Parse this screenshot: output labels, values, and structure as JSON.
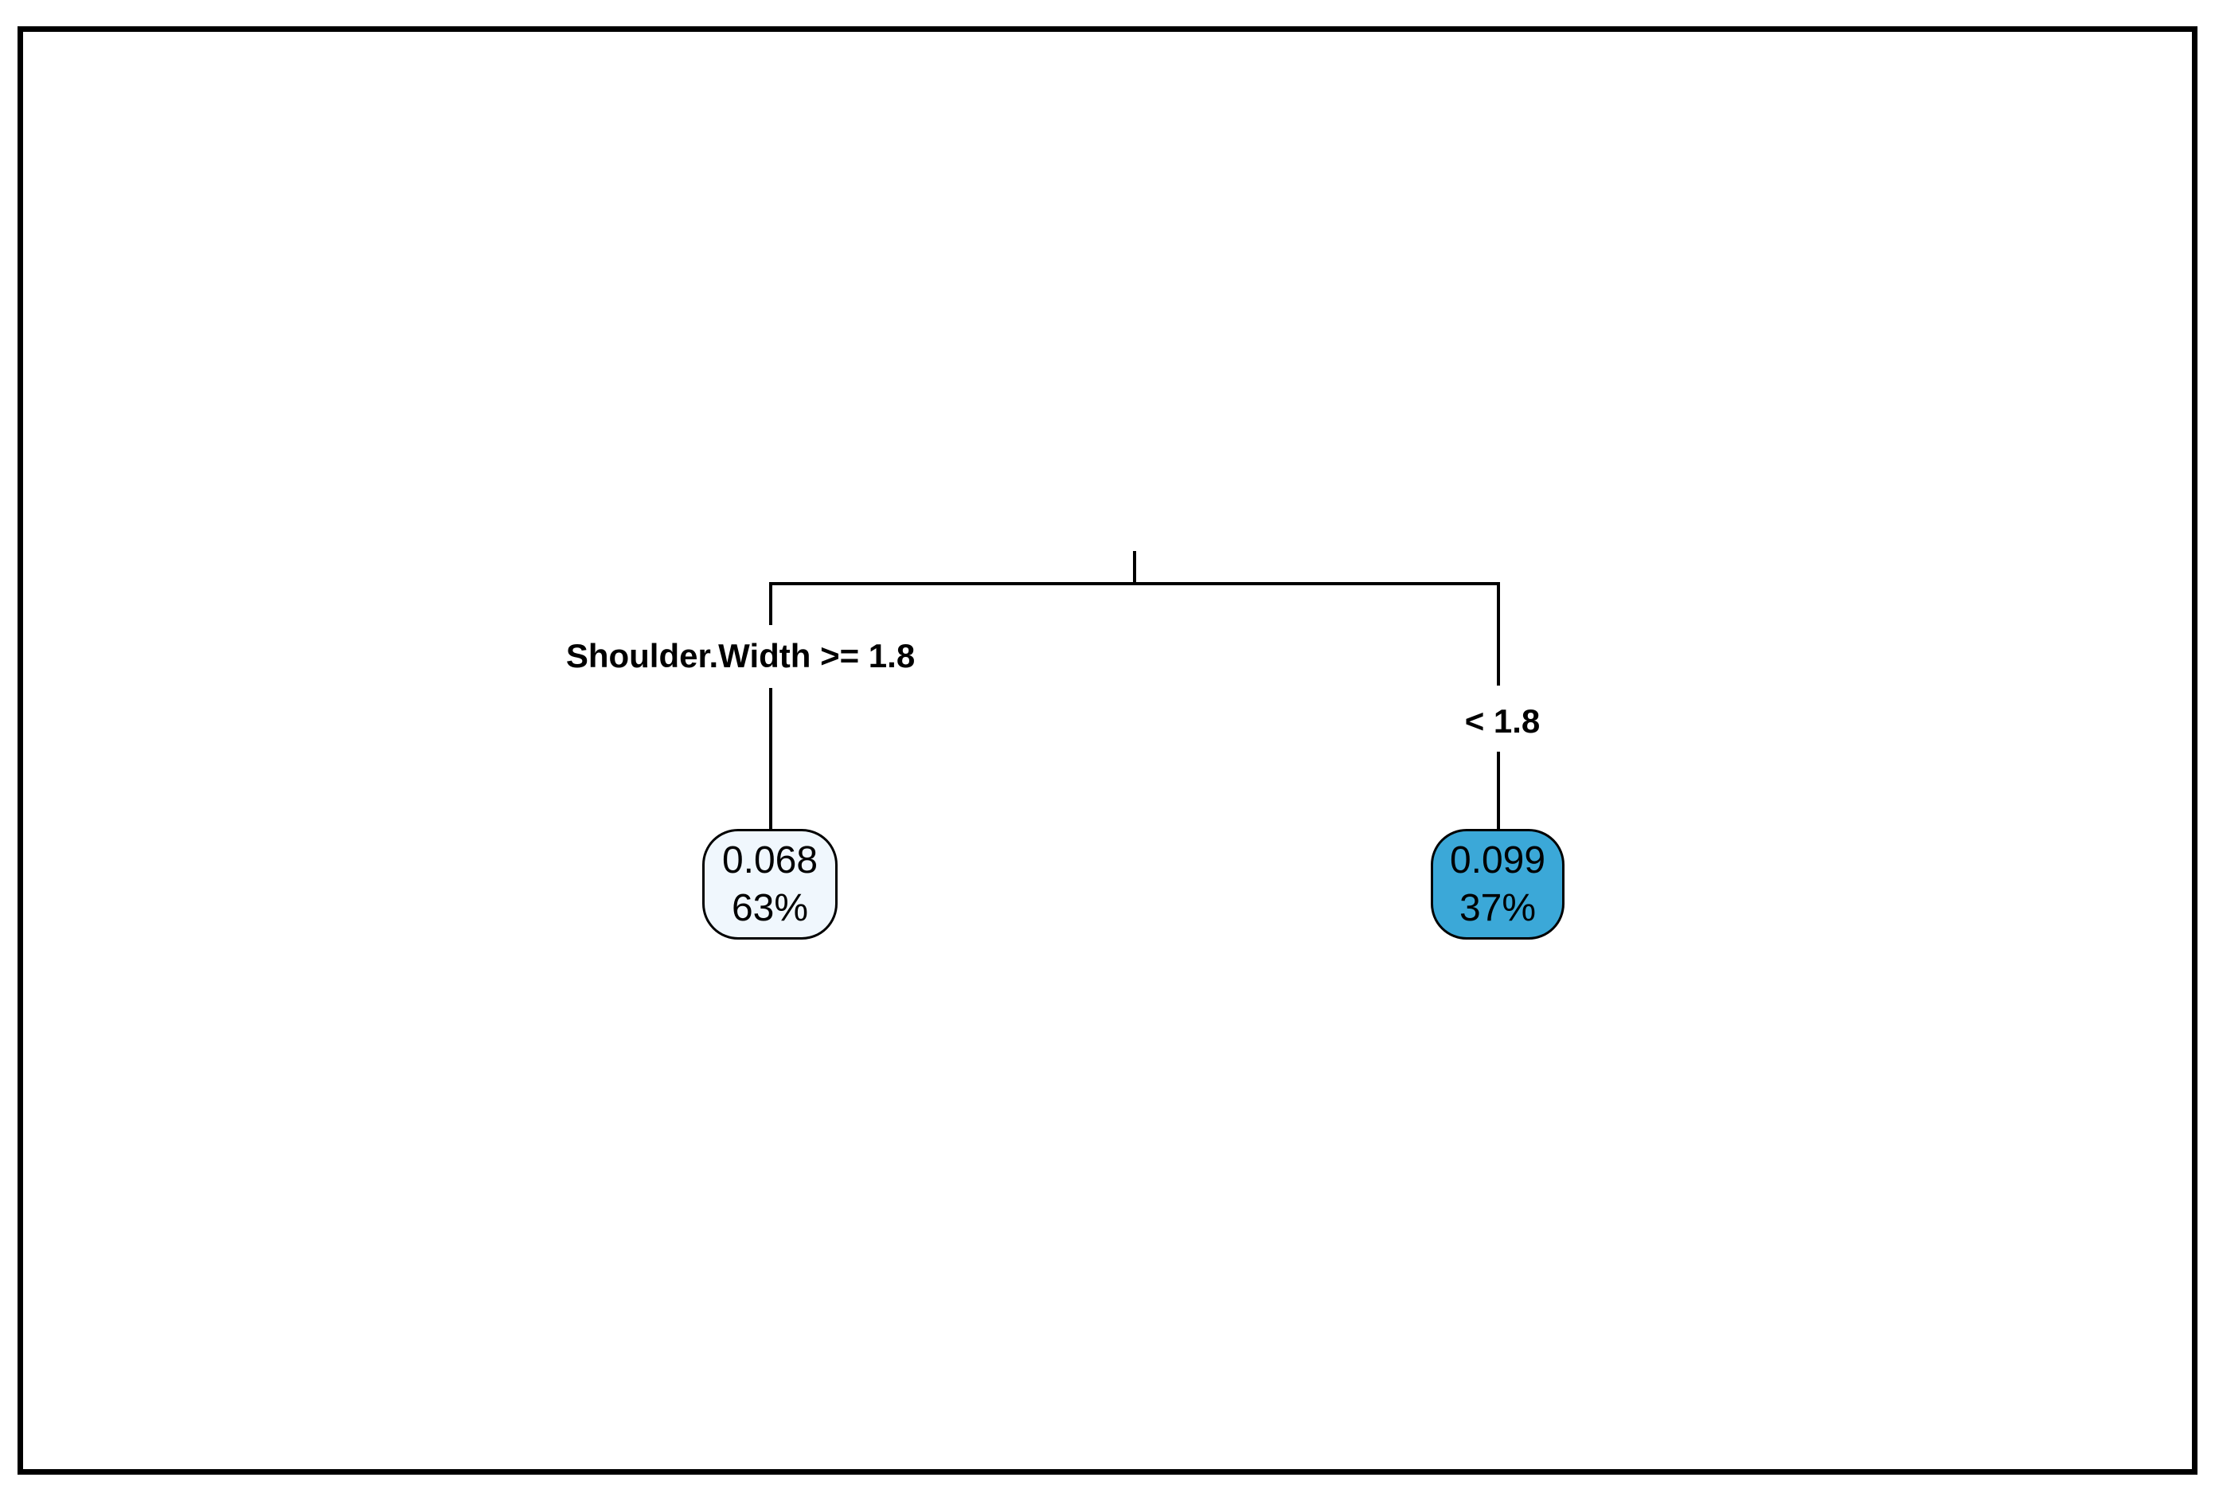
{
  "figure": {
    "kind": "decision-tree-plot",
    "background_color": "#ffffff",
    "frame_color": "#000000",
    "edge_color": "#000000"
  },
  "tree": {
    "split_variable": "Shoulder.Width",
    "split_labels": {
      "left": "Shoulder.Width >= 1.8",
      "right": "< 1.8"
    },
    "leaves": {
      "left": {
        "value": "0.068",
        "percent": "63%",
        "fill_color": "#f0f7fd",
        "text_color": "#000000"
      },
      "right": {
        "value": "0.099",
        "percent": "37%",
        "fill_color": "#3ba8d8",
        "text_color": "#000000"
      }
    }
  }
}
